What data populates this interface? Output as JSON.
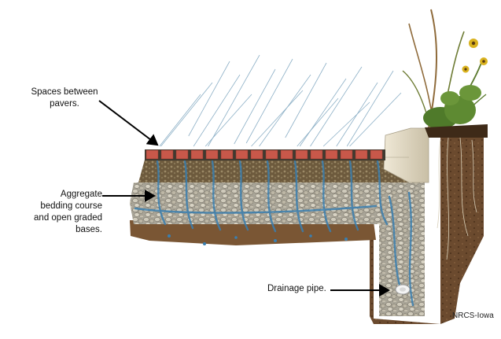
{
  "labels": {
    "spaces": [
      "Spaces between",
      "pavers."
    ],
    "aggregate": [
      "Aggregate",
      "bedding course",
      "and open graded",
      "bases."
    ],
    "drainage": "Drainage pipe.",
    "credit": "NRCS-Iowa"
  },
  "colors": {
    "paver": "#c8584a",
    "paver_joint": "#3f3a30",
    "soil": "#6b4a2e",
    "soil_dark": "#4a2f1a",
    "gravel": "#b8b3a6",
    "water": "#3a7fb0",
    "rain": "#2f6f98",
    "curb": "#e2d8c0",
    "grass": "#5b7a2e",
    "flower": "#d9b21e"
  }
}
